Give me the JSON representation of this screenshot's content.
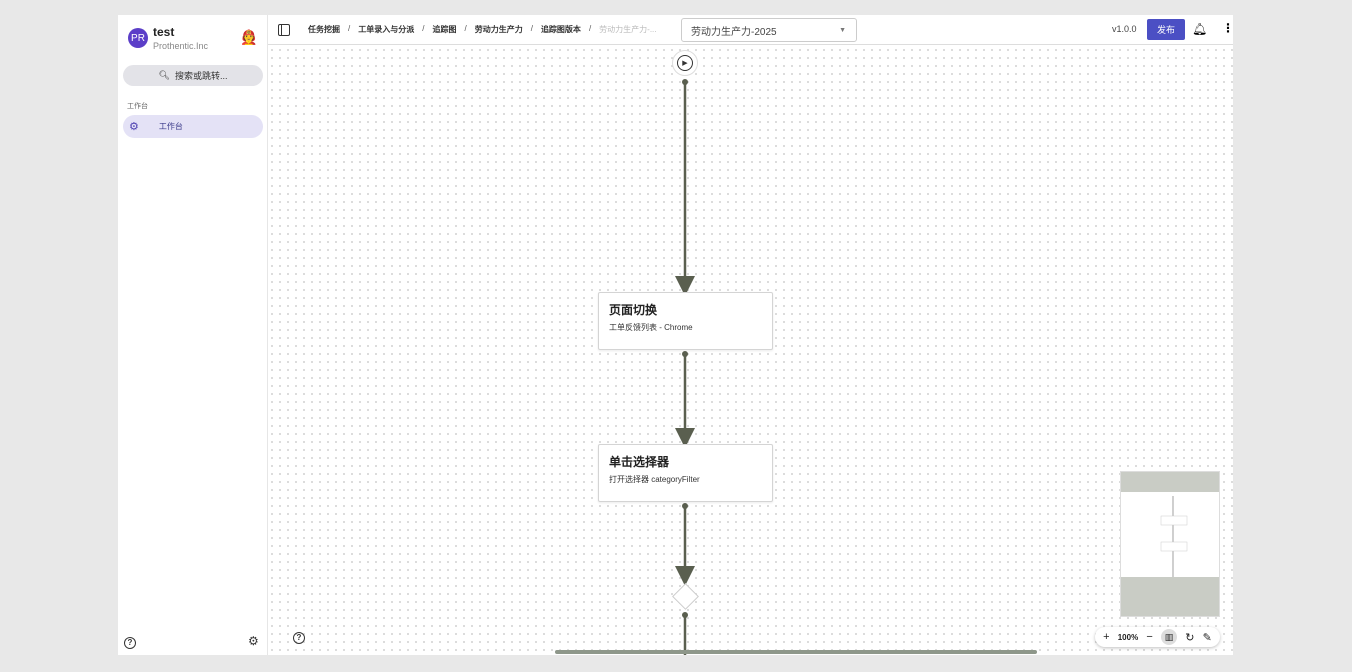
{
  "user": {
    "initials": "PR",
    "name": "test",
    "org": "Prothentic.Inc"
  },
  "sidebar": {
    "search_placeholder": "搜索或跳转...",
    "section": "工作台",
    "items": [
      {
        "label": "工作台",
        "icon": "robot-arm-icon"
      }
    ]
  },
  "breadcrumb": [
    "任务挖掘",
    "工单录入与分派",
    "追踪图",
    "劳动力生产力",
    "追踪图版本",
    "劳动力生产力-..."
  ],
  "header": {
    "selected_version": "劳动力生产力-2025",
    "version": "v1.0.0",
    "publish_label": "发布"
  },
  "nodes": [
    {
      "title": "页面切换",
      "subtitle": "工单反馈列表 - Chrome"
    },
    {
      "title": "单击选择器",
      "subtitle": "打开选择器 categoryFilter"
    }
  ],
  "zoom": {
    "level": "100%"
  },
  "colors": {
    "accent": "#4b4fc4",
    "edge": "#5a5f4f",
    "nav_active": "#e4e2f6"
  }
}
